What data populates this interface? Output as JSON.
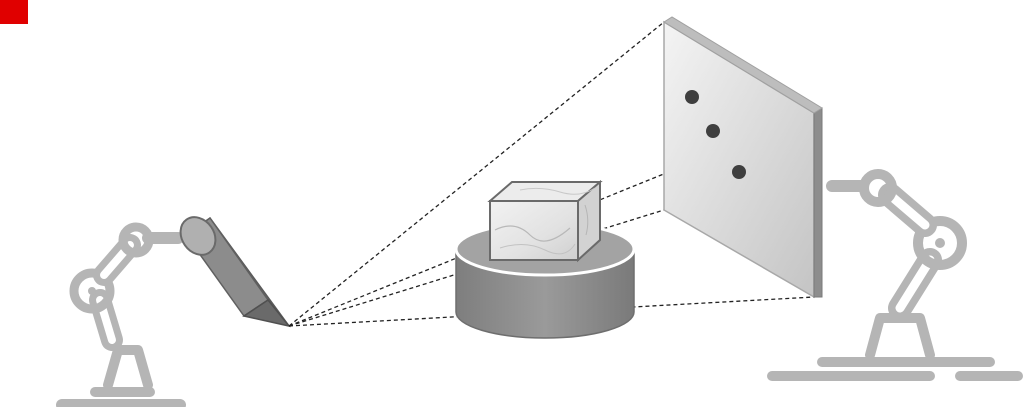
{
  "scene": {
    "marker_color": "#e00000",
    "robot_color": "#b5b5b5",
    "ray_color": "#222222",
    "dot_color": "#3f3f3f",
    "icons": [
      "robot-arm-icon",
      "projector-icon",
      "robot-arm-icon"
    ],
    "objects": [
      "camera-projector",
      "marble-cube",
      "rotary-table",
      "projection-screen"
    ],
    "projected_points": 3
  }
}
